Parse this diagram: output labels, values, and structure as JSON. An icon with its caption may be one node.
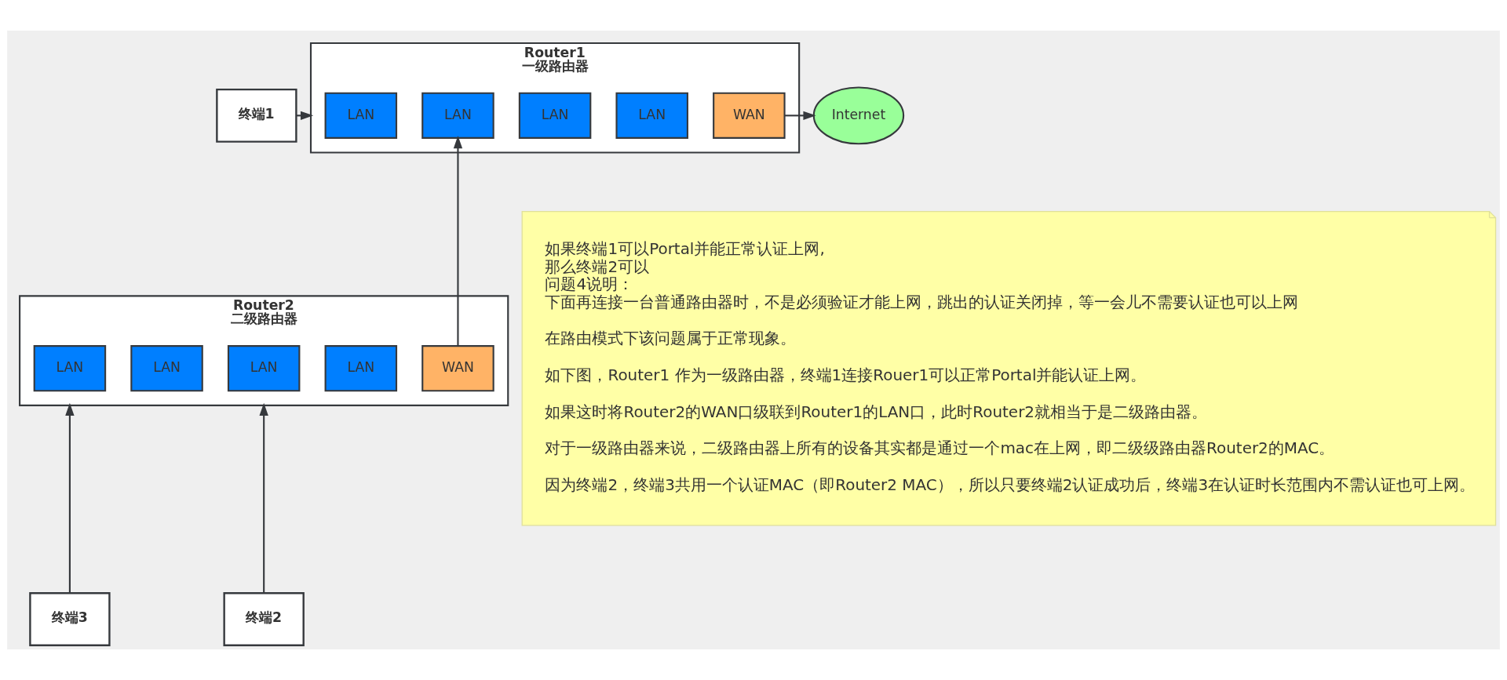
{
  "diagram": {
    "nodes": [
      {
        "text": [
          "Router1",
          "一级路由器"
        ]
      },
      {
        "text": [
          "LAN"
        ],
        "in": 0
      },
      {
        "text": [
          "LAN"
        ],
        "in": 0
      },
      {
        "text": [
          "LAN"
        ],
        "in": 0
      },
      {
        "text": [
          "LAN"
        ],
        "in": 0
      },
      {
        "text": [
          "WAN"
        ],
        "in": 0
      },
      {
        "text": [
          "终端1"
        ]
      },
      {
        "text": [
          "Internet"
        ]
      },
      {
        "text": [
          "Router2",
          "二级路由器"
        ]
      },
      {
        "text": [
          "LAN"
        ],
        "in": 8
      },
      {
        "text": [
          "LAN"
        ],
        "in": 8
      },
      {
        "text": [
          "LAN"
        ],
        "in": 8
      },
      {
        "text": [
          "LAN"
        ],
        "in": 8
      },
      {
        "text": [
          "WAN"
        ],
        "in": 8
      },
      {
        "text": [
          "终端3"
        ]
      },
      {
        "text": [
          "终端2"
        ]
      },
      {
        "text": [
          "如果终端1可以Portal并能正常认证上网,",
          "那么终端2可以",
          "问题4说明：",
          "下面再连接一台普通路由器时，不是必须验证才能上网，跳出的认证关闭掉，等一会儿不需要认证也可以上网",
          "在路由模式下该问题属于正常现象。",
          "如下图，Router1 作为一级路由器，终端1连接Rouer1可以正常Portal并能认证上网。",
          "如果这时将Router2的WAN口级联到Router1的LAN口，此时Router2就相当于是二级路由器。",
          "对于一级路由器来说，二级路由器上所有的设备其实都是通过一个mac在上网，即二级级路由器Router2的MAC。",
          "因为终端2，终端3共用一个认证MAC（即Router2 MAC），所以只要终端2认证成功后，终端3在认证时长范围内不需认证也可上网。"
        ]
      }
    ],
    "edges": [
      {
        "from": 6,
        "to": 0,
        "arrow": "to"
      },
      {
        "from": 5,
        "to": 7,
        "arrow": "to"
      },
      {
        "from": 13,
        "to": 2,
        "arrow": "to"
      },
      {
        "from": 14,
        "to": 8,
        "arrow": "to"
      },
      {
        "from": 15,
        "to": 8,
        "arrow": "to"
      }
    ]
  }
}
